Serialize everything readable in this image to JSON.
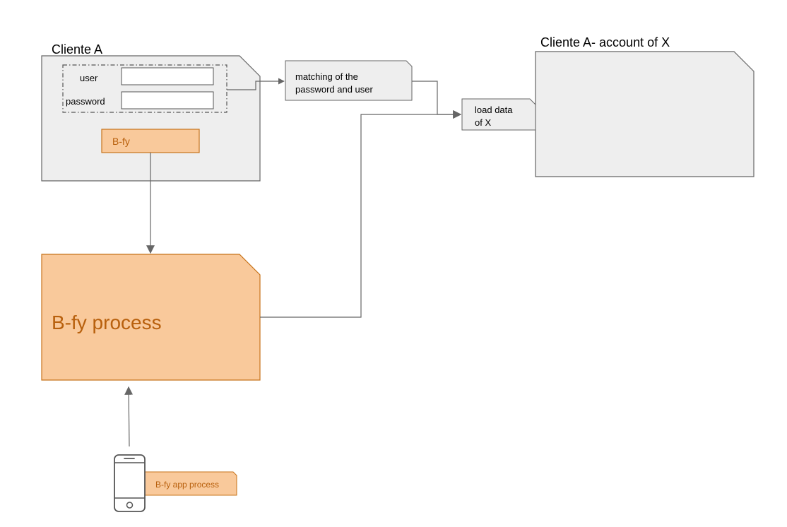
{
  "client_panel": {
    "title": "Cliente A",
    "user_label": "user",
    "user_value": "",
    "password_label": "password",
    "password_value": "",
    "bfy_button_label": "B-fy"
  },
  "matching_box": {
    "line1": "matching of the",
    "line2": "password and user"
  },
  "account_panel": {
    "title": "Cliente A- account of X"
  },
  "load_box": {
    "line1": "load data",
    "line2": "of X"
  },
  "process_box": {
    "label": "B-fy process"
  },
  "app_box": {
    "label": "B-fy app process"
  },
  "colors": {
    "gray_fill": "#eeeeee",
    "gray_stroke": "#666666",
    "orange_fill": "#f9c99b",
    "orange_stroke": "#c7731a",
    "orange_text": "#b8600d",
    "connector": "#666666"
  },
  "icons": {
    "phone": "smartphone-icon"
  }
}
